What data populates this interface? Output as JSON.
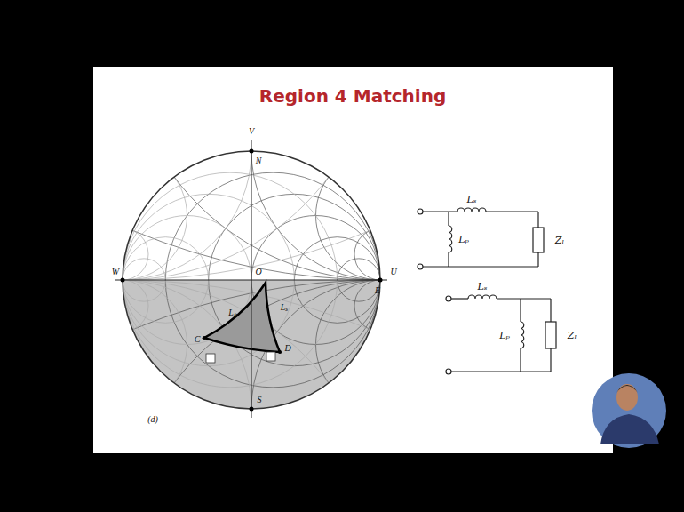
{
  "diagram": {
    "title": "Region 4 Matching",
    "labels": [
      "V",
      "N",
      "W",
      "O",
      "E",
      "U",
      "S",
      "Lₚ",
      "Lₛ",
      "C",
      "D",
      "(d)",
      "Lₛ",
      "Lₚ",
      "Zₗ",
      "Lₛ",
      "Lₚ",
      "Zₗ"
    ]
  }
}
